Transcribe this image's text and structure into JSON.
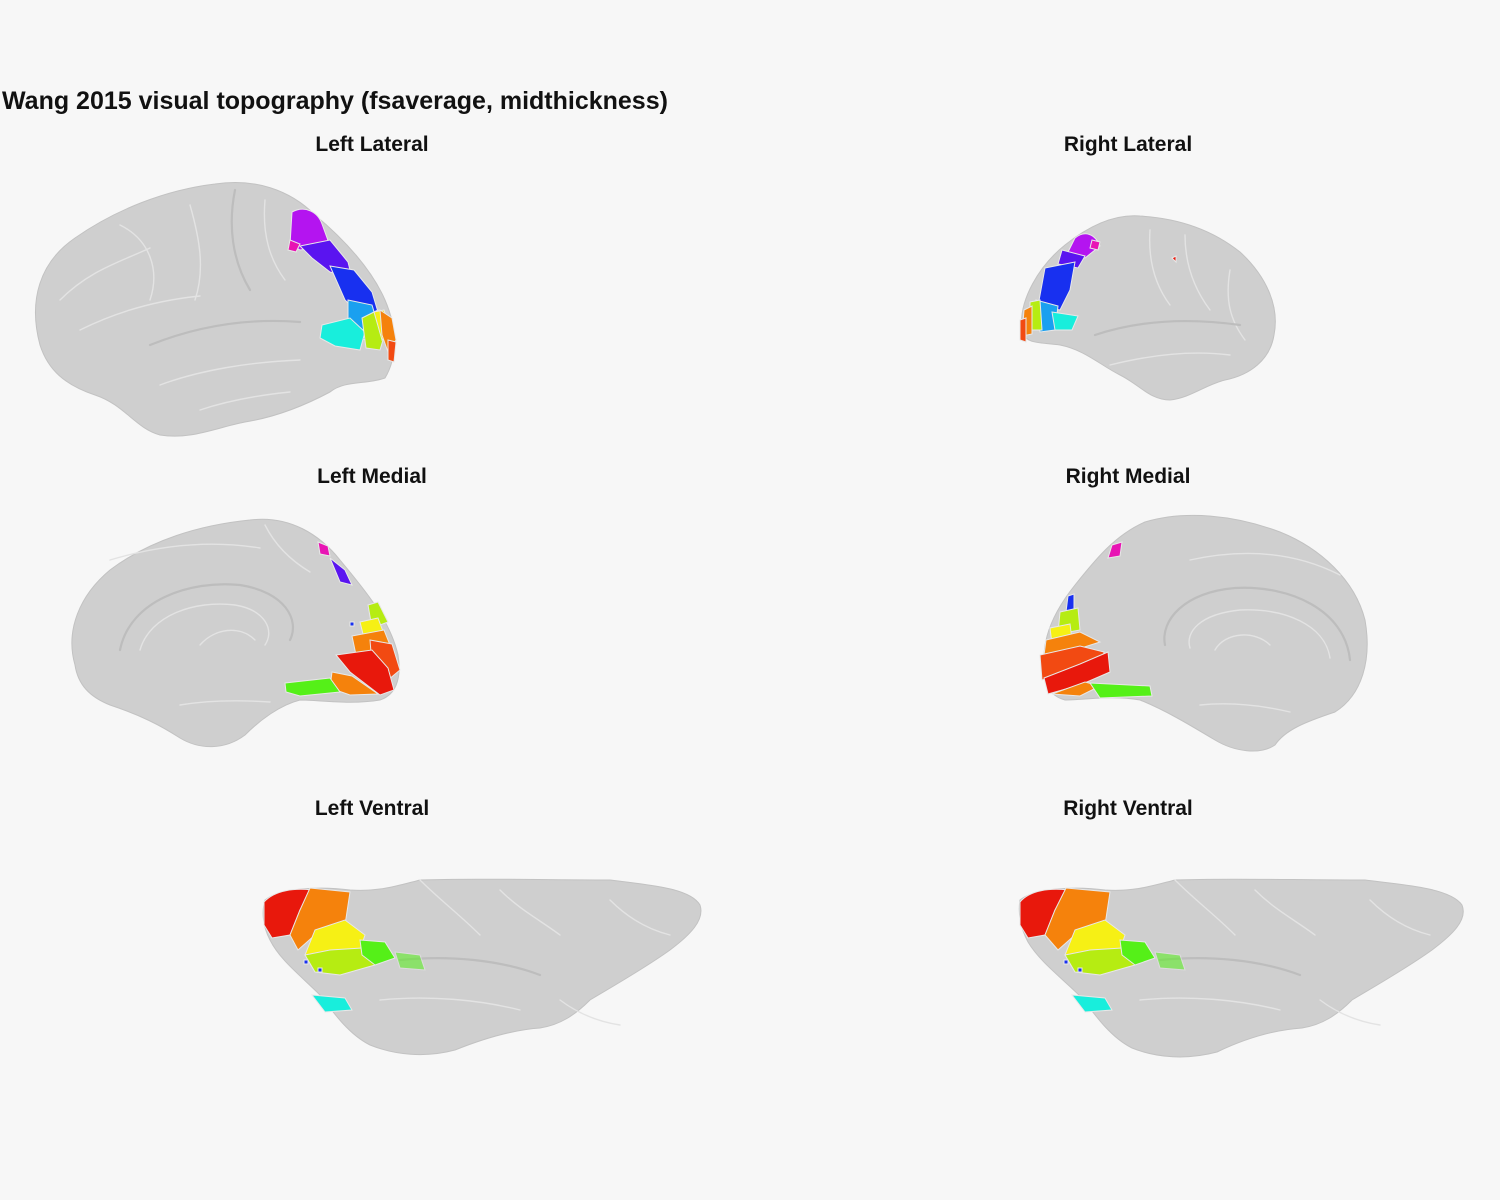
{
  "title": "Wang 2015 visual topography (fsaverage, midthickness)",
  "panels": {
    "left_lateral": {
      "label": "Left Lateral"
    },
    "right_lateral": {
      "label": "Right Lateral"
    },
    "left_medial": {
      "label": "Left Medial"
    },
    "right_medial": {
      "label": "Right Medial"
    },
    "left_ventral": {
      "label": "Left Ventral"
    },
    "right_ventral": {
      "label": "Right Ventral"
    }
  },
  "colors": {
    "background": "#f7f7f7",
    "cortex": "#cfcfcf",
    "roi_red": "#e8180c",
    "roi_orange_red": "#f24a12",
    "roi_orange": "#f5820c",
    "roi_yellow": "#f6f015",
    "roi_yellow_green": "#b6ec12",
    "roi_green": "#55f018",
    "roi_cyan": "#18eedc",
    "roi_sky": "#1aa0f0",
    "roi_blue": "#1830f0",
    "roi_indigo": "#5a14f0",
    "roi_violet": "#b414f0",
    "roi_magenta": "#e814b4"
  }
}
